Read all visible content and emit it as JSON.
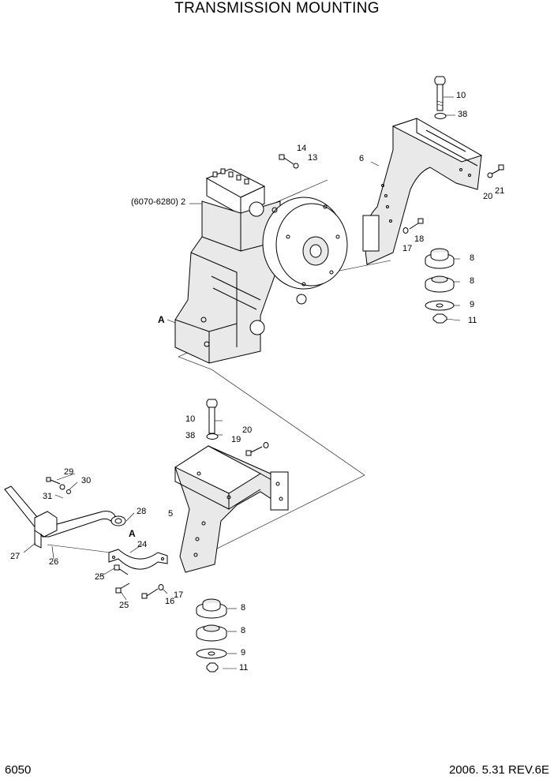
{
  "title": "TRANSMISSION MOUNTING",
  "page_number": "6050",
  "revision": "2006. 5.31  REV.6E",
  "view_marker": "A",
  "callouts": {
    "c10a": "10",
    "c38a": "38",
    "c14": "14",
    "c13": "13",
    "c6": "6",
    "c2": "(6070-6280) 2",
    "c20a": "20",
    "c21": "21",
    "c18": "18",
    "c17a": "17",
    "c8a": "8",
    "c8b": "8",
    "c9a": "9",
    "c11a": "11",
    "cA1": "A",
    "c10b": "10",
    "c38b": "38",
    "c19": "19",
    "c20b": "20",
    "c29": "29",
    "c30": "30",
    "c31": "31",
    "c28": "28",
    "cA2": "A",
    "c5": "5",
    "c24": "24",
    "c27": "27",
    "c26": "26",
    "c25a": "25",
    "c25b": "25",
    "c16": "16",
    "c17b": "17",
    "c8c": "8",
    "c8d": "8",
    "c9b": "9",
    "c11b": "11"
  }
}
